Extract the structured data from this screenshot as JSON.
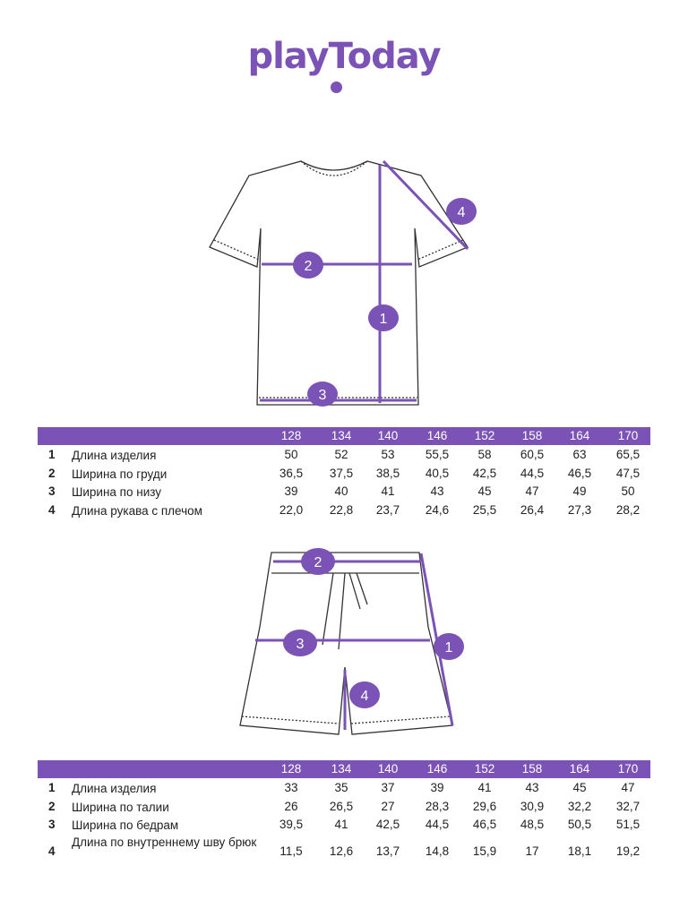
{
  "brand": "playToday",
  "colors": {
    "accent": "#7b52b5"
  },
  "sizes": [
    "128",
    "134",
    "140",
    "146",
    "152",
    "158",
    "164",
    "170"
  ],
  "tshirt": {
    "markers": [
      "1",
      "2",
      "3",
      "4"
    ],
    "rows": [
      {
        "num": "1",
        "label": "Длина изделия",
        "values": [
          "50",
          "52",
          "53",
          "55,5",
          "58",
          "60,5",
          "63",
          "65,5"
        ]
      },
      {
        "num": "2",
        "label": "Ширина по груди",
        "values": [
          "36,5",
          "37,5",
          "38,5",
          "40,5",
          "42,5",
          "44,5",
          "46,5",
          "47,5"
        ]
      },
      {
        "num": "3",
        "label": "Ширина по низу",
        "values": [
          "39",
          "40",
          "41",
          "43",
          "45",
          "47",
          "49",
          "50"
        ]
      },
      {
        "num": "4",
        "label": "Длина рукава с плечом",
        "values": [
          "22,0",
          "22,8",
          "23,7",
          "24,6",
          "25,5",
          "26,4",
          "27,3",
          "28,2"
        ]
      }
    ]
  },
  "shorts": {
    "markers": [
      "1",
      "2",
      "3",
      "4"
    ],
    "rows": [
      {
        "num": "1",
        "label": "Длина изделия",
        "values": [
          "33",
          "35",
          "37",
          "39",
          "41",
          "43",
          "45",
          "47"
        ]
      },
      {
        "num": "2",
        "label": "Ширина по талии",
        "values": [
          "26",
          "26,5",
          "27",
          "28,3",
          "29,6",
          "30,9",
          "32,2",
          "32,7"
        ]
      },
      {
        "num": "3",
        "label": "Ширина по бедрам",
        "values": [
          "39,5",
          "41",
          "42,5",
          "44,5",
          "46,5",
          "48,5",
          "50,5",
          "51,5"
        ]
      },
      {
        "num": "4",
        "label": "Длина по внутреннему шву брюк",
        "values": [
          "11,5",
          "12,6",
          "13,7",
          "14,8",
          "15,9",
          "17",
          "18,1",
          "19,2"
        ]
      }
    ]
  }
}
